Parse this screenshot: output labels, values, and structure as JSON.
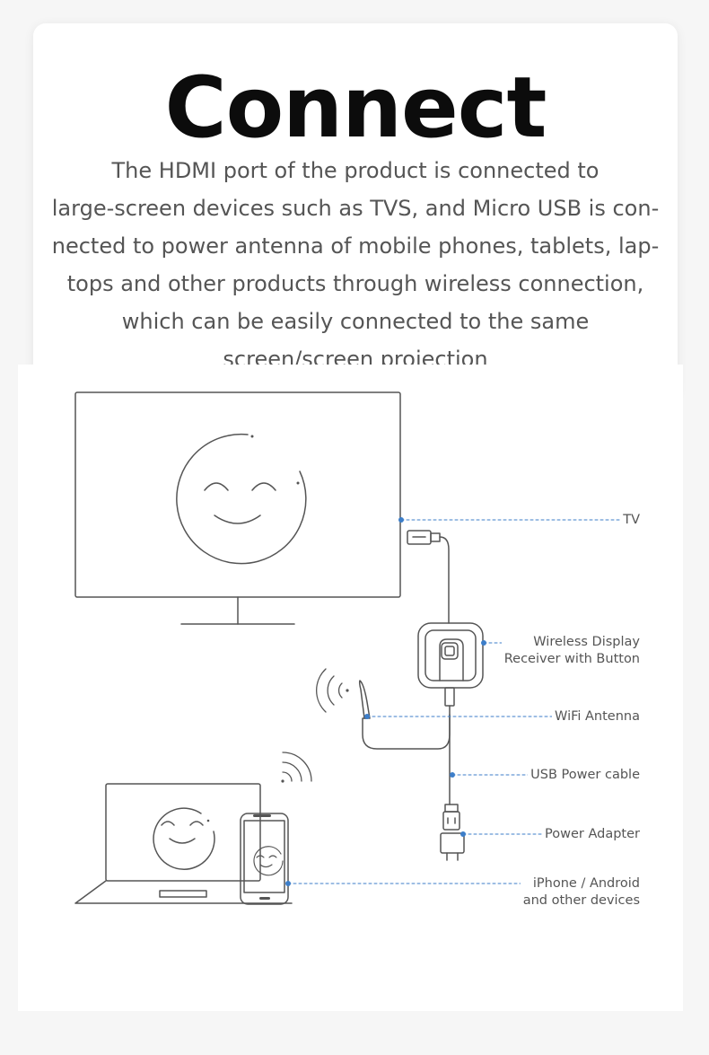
{
  "header": {
    "title": "Connect",
    "description": "The HDMI port of the product is connected to\nlarge-screen devices such as TVS, and Micro USB is con-\nnected to power antenna of mobile phones, tablets, lap-\ntops and other products through wireless connection,\nwhich can be easily connected to the same\nscreen/screen projection"
  },
  "diagram": {
    "labels": {
      "tv": "TV",
      "receiver": "Wireless Display\nReceiver with Button",
      "antenna": "WiFi Antenna",
      "usb_cable": "USB Power cable",
      "power_adapter": "Power Adapter",
      "devices": "iPhone / Android\nand other devices"
    },
    "colors": {
      "line_art": "#555555",
      "callout": "#3d7ec9",
      "label_text": "#555555"
    },
    "icons": [
      "tv-icon",
      "smiley-icon",
      "hdmi-plug-icon",
      "receiver-icon",
      "antenna-icon",
      "wifi-waves-icon",
      "usb-plug-icon",
      "power-adapter-icon",
      "laptop-icon",
      "phone-icon"
    ]
  }
}
